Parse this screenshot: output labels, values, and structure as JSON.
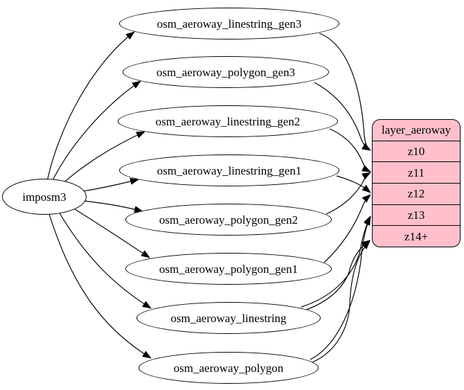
{
  "diagram": {
    "source": {
      "label": "imposm3"
    },
    "tables": [
      {
        "label": "osm_aeroway_linestring_gen3"
      },
      {
        "label": "osm_aeroway_polygon_gen3"
      },
      {
        "label": "osm_aeroway_linestring_gen2"
      },
      {
        "label": "osm_aeroway_linestring_gen1"
      },
      {
        "label": "osm_aeroway_polygon_gen2"
      },
      {
        "label": "osm_aeroway_polygon_gen1"
      },
      {
        "label": "osm_aeroway_linestring"
      },
      {
        "label": "osm_aeroway_polygon"
      }
    ],
    "layer": {
      "title": "layer_aeroway",
      "zoom_rows": [
        "z10",
        "z11",
        "z12",
        "z13",
        "z14+"
      ]
    },
    "colors": {
      "layer_fill": "#ffc0cb",
      "node_fill": "#ffffff",
      "edge": "#000000"
    },
    "edges": {
      "from_source": [
        {
          "from": "imposm3",
          "to": "osm_aeroway_linestring_gen3"
        },
        {
          "from": "imposm3",
          "to": "osm_aeroway_polygon_gen3"
        },
        {
          "from": "imposm3",
          "to": "osm_aeroway_linestring_gen2"
        },
        {
          "from": "imposm3",
          "to": "osm_aeroway_linestring_gen1"
        },
        {
          "from": "imposm3",
          "to": "osm_aeroway_polygon_gen2"
        },
        {
          "from": "imposm3",
          "to": "osm_aeroway_polygon_gen1"
        },
        {
          "from": "imposm3",
          "to": "osm_aeroway_linestring"
        },
        {
          "from": "imposm3",
          "to": "osm_aeroway_polygon"
        }
      ],
      "to_layer": [
        {
          "from": "osm_aeroway_linestring_gen3",
          "to": "z10"
        },
        {
          "from": "osm_aeroway_polygon_gen3",
          "to": "z10"
        },
        {
          "from": "osm_aeroway_linestring_gen2",
          "to": "z11"
        },
        {
          "from": "osm_aeroway_polygon_gen2",
          "to": "z11"
        },
        {
          "from": "osm_aeroway_linestring_gen1",
          "to": "z12"
        },
        {
          "from": "osm_aeroway_polygon_gen1",
          "to": "z12"
        },
        {
          "from": "osm_aeroway_linestring",
          "to": "z13"
        },
        {
          "from": "osm_aeroway_polygon",
          "to": "z13"
        },
        {
          "from": "osm_aeroway_linestring",
          "to": "z14+"
        },
        {
          "from": "osm_aeroway_polygon",
          "to": "z14+"
        }
      ]
    }
  }
}
